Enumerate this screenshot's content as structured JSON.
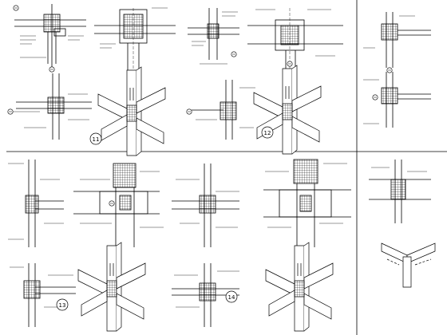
{
  "sheet": {
    "detail_markers": [
      "11",
      "12",
      "13",
      "14"
    ]
  },
  "colors": {
    "line": "#1a1a1a",
    "background": "#ffffff"
  }
}
